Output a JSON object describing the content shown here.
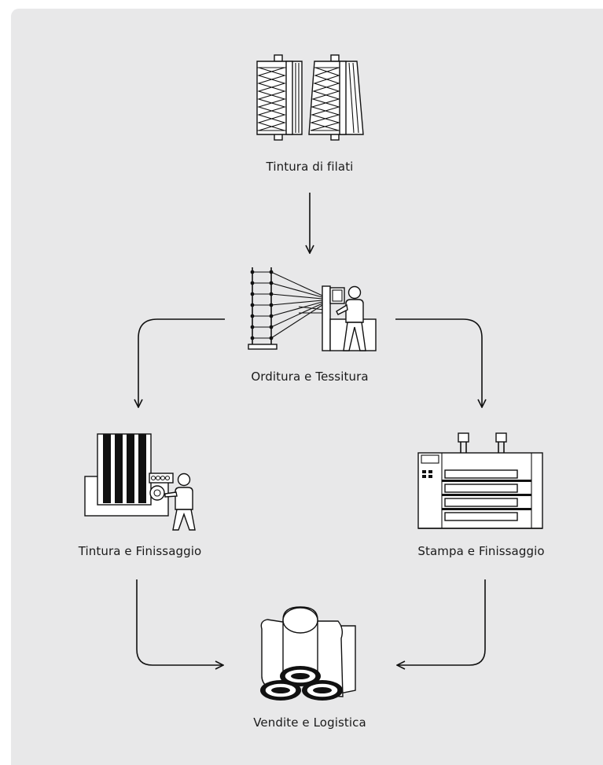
{
  "diagram": {
    "nodes": {
      "yarn_dyeing": {
        "label": "Tintura di filati",
        "icon": "yarn-cones-icon"
      },
      "warping_weaving": {
        "label": "Orditura e Tessitura",
        "icon": "warping-loom-icon"
      },
      "dyeing_finishing": {
        "label": "Tintura e Finissaggio",
        "icon": "dyeing-machine-icon"
      },
      "printing_finishing": {
        "label": "Stampa e Finissaggio",
        "icon": "printing-machine-icon"
      },
      "sales_logistics": {
        "label": "Vendite e Logistica",
        "icon": "fabric-rolls-icon"
      }
    },
    "edges": [
      {
        "from": "yarn_dyeing",
        "to": "warping_weaving"
      },
      {
        "from": "warping_weaving",
        "to": "dyeing_finishing"
      },
      {
        "from": "warping_weaving",
        "to": "printing_finishing"
      },
      {
        "from": "dyeing_finishing",
        "to": "sales_logistics"
      },
      {
        "from": "printing_finishing",
        "to": "sales_logistics"
      }
    ],
    "colors": {
      "panel": "#e8e8e9",
      "stroke": "#111111"
    }
  }
}
